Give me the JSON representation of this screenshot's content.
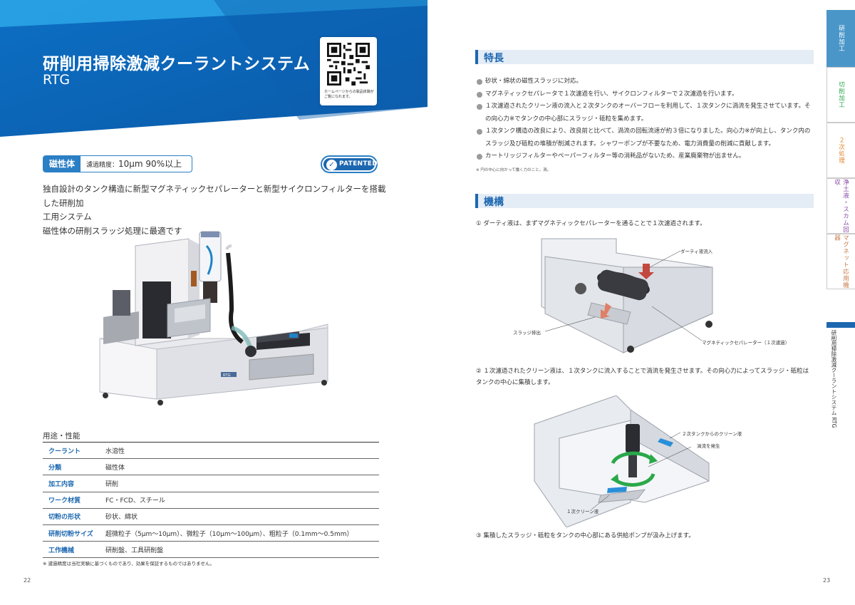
{
  "left_page": {
    "title": "研削用掃除激減クーラントシステム",
    "model": "RTG",
    "qr_note": "ホームページからの製品体験が ご覧になれます。",
    "tag": {
      "label": "磁性体",
      "value_prefix": "濾過精度：",
      "value": "10μm 90%以上"
    },
    "patented": "PATENTED",
    "intro_lines": [
      "独自設計のタンク構造に新型マグネティックセパレーターと新型サイクロンフィルターを搭載した研削加",
      "工用システム",
      "磁性体の研削スラッジ処理に最適です"
    ],
    "spec_title": "用途・性能",
    "specs": [
      {
        "key": "クーラント",
        "value": "水溶性"
      },
      {
        "key": "分類",
        "value": "磁性体"
      },
      {
        "key": "加工内容",
        "value": "研削"
      },
      {
        "key": "ワーク材質",
        "value": "FC・FCD、スチール"
      },
      {
        "key": "切粉の形状",
        "value": "砂状、綿状"
      },
      {
        "key": "研削切粉サイズ",
        "value": "超微粒子（5μm〜10μm）、微粒子（10μm〜100μm）、粗粒子（0.1mm〜0.5mm）"
      },
      {
        "key": "工作機械",
        "value": "研削盤、工具研削盤"
      }
    ],
    "spec_note": "※ 濾過精度は当社実験に基づくものであり、効果を保証するものではありません。",
    "page_number": "22",
    "machine_brand": "RTG"
  },
  "right_page": {
    "features_title": "特長",
    "features": [
      "砂状・綿状の磁性スラッジに対応。",
      "マグネティックセパレータで１次濾過を行い、サイクロンフィルターで２次濾過を行います。",
      "１次濾過されたクリーン液の流入と２次タンクのオーバーフローを利用して、１次タンクに渦流を発生させています。その向心力※でタンクの中心部にスラッジ・砥粒を集めます。",
      "１次タンク構造の改良により、改良前と比べて、渦流の回転流速が約３倍になりました。向心力※が向上し、タンク内のスラッジ及び砥粒の堆積が削減されます。シャワーポンプが不要なため、電力消費量の削減に貢献します。",
      "カートリッジフィルターやペーパーフィルター等の消耗品がないため、産業廃棄物が出ません。"
    ],
    "feature_note": "※ 円の中心に向かって働く力のこと。渦。",
    "mechanism_title": "機構",
    "step1": "① ダーティ液は、まずマグネティックセパレーターを通ることで１次濾過されます。",
    "step2": "② １次濾過されたクリーン液は、１次タンクに流入することで渦流を発生させます。その向心力によってスラッジ・砥粒はタンクの中心に集積します。",
    "step3": "③ 集積したスラッジ・砥粒をタンクの中心部にある供給ポンプが汲み上げます。",
    "diagram1_labels": {
      "dirty_in": "ダーティ液流入",
      "sludge_out": "スラッジ排出",
      "separator": "マグネティックセパレーター（１次濾過）"
    },
    "diagram2_labels": {
      "clean_from_tank2": "２次タンクからのクリーン液",
      "vortex": "渦流を発生",
      "primary_clean": "１次クリーン液"
    },
    "page_number": "23",
    "side_tabs": [
      "研削加工",
      "切削加工",
      "２次処理",
      "浄土液・スカム回収",
      "マグネット応用機器"
    ],
    "side_current": "研削用掃除激減クーラントシステム RTG"
  },
  "colors": {
    "brand_blue": "#1c67b0",
    "banner_light": "#2a9ee0",
    "tab_active": "#4a96c9"
  }
}
